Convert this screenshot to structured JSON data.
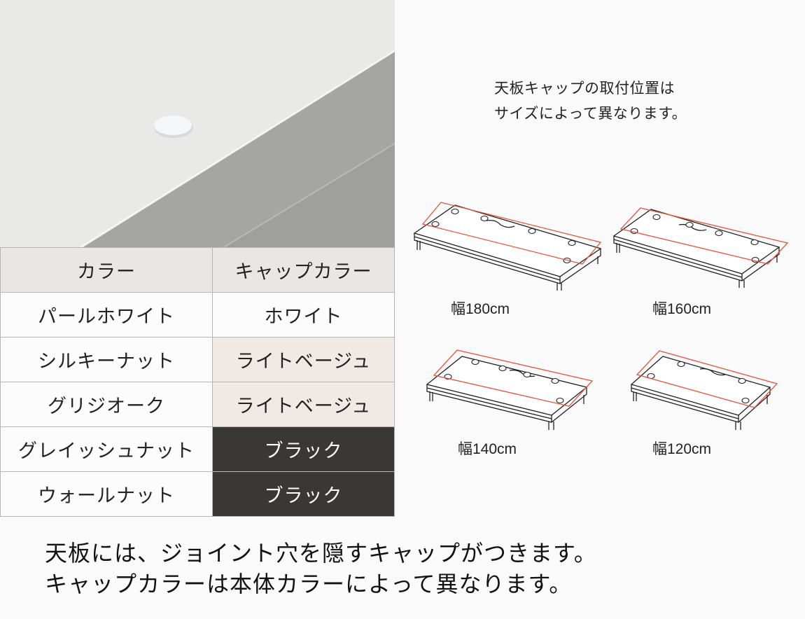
{
  "photo": {
    "alt": "Close-up of desk top corner with white joint cap",
    "colors": {
      "top_surface": "#e9e9e7",
      "edge": "#a4a4a2",
      "cap": "#f4f5f8"
    }
  },
  "color_table": {
    "headers": [
      "カラー",
      "キャップカラー"
    ],
    "rows": [
      {
        "color": "パールホワイト",
        "cap": "ホワイト",
        "cap_bg": "#fcfcfc"
      },
      {
        "color": "シルキーナット",
        "cap": "ライトベージュ",
        "cap_bg": "#f0e9e6"
      },
      {
        "color": "グリジオーク",
        "cap": "ライトベージュ",
        "cap_bg": "#f0e9e6"
      },
      {
        "color": "グレイッシュナット",
        "cap": "ブラック",
        "cap_bg": "#3a3836"
      },
      {
        "color": "ウォールナット",
        "cap": "ブラック",
        "cap_bg": "#3a3836"
      }
    ]
  },
  "position_note": {
    "line1": "天板キャップの取付位置は",
    "line2": "サイズによって異なります。"
  },
  "desks": [
    {
      "label": "幅180cm",
      "caps": 6
    },
    {
      "label": "幅160cm",
      "caps": 6
    },
    {
      "label": "幅140cm",
      "caps": 6
    },
    {
      "label": "幅120cm",
      "caps": 4
    }
  ],
  "highlight_color": "#e8533a",
  "footer": {
    "line1": "天板には、ジョイント穴を隠すキャップがつきます。",
    "line2": "キャップカラーは本体カラーによって異なります。"
  }
}
